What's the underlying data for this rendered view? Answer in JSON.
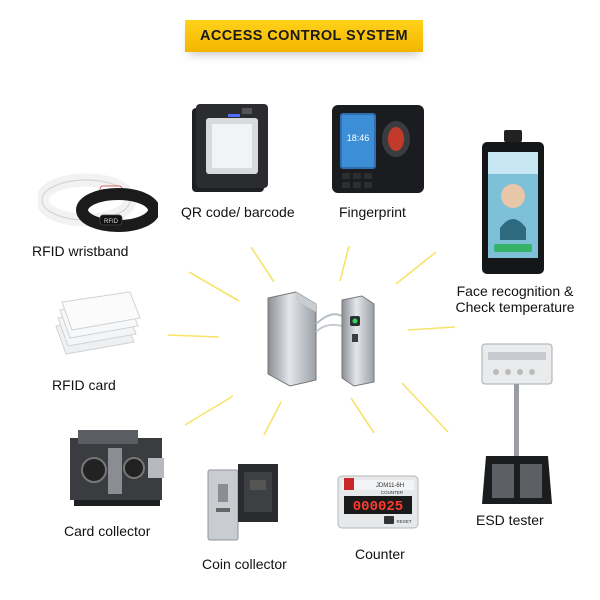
{
  "banner": {
    "title": "ACCESS CONTROL SYSTEM"
  },
  "devices": {
    "rfid_wristband": {
      "label": "RFID wristband",
      "print": "RFID"
    },
    "qr_code": {
      "label": "QR code/ barcode"
    },
    "fingerprint": {
      "label": "Fingerprint",
      "time": "18:46"
    },
    "face_recognition": {
      "label_line1": "Face recognition &",
      "label_line2": "Check temperature"
    },
    "rfid_card": {
      "label": "RFID card"
    },
    "card_collector": {
      "label": "Card collector"
    },
    "coin_collector": {
      "label": "Coin collector"
    },
    "counter": {
      "label": "Counter",
      "model": "JDM11-6H",
      "caption": "COUNTER",
      "reading": "000025",
      "button": "RESET"
    },
    "esd_tester": {
      "label": "ESD tester"
    }
  },
  "colors": {
    "banner": "#f6c200",
    "rays": "#f7e36a",
    "label_text": "#111111"
  }
}
